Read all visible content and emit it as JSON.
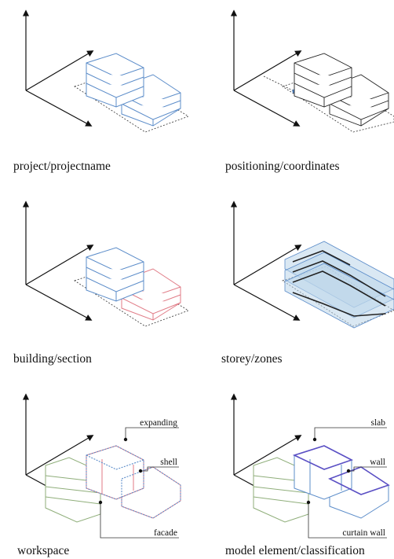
{
  "panels": [
    {
      "caption": "project/projectname"
    },
    {
      "caption": "positioning/coordinates"
    },
    {
      "caption": "building/section"
    },
    {
      "caption": "storey/zones"
    },
    {
      "caption": "workspace",
      "callouts": {
        "expanding": "expanding",
        "shell": "shell",
        "facade": "facade"
      }
    },
    {
      "caption": "model element/classification",
      "callouts": {
        "slab": "slab",
        "wall": "wall",
        "curtain_wall": "curtain wall"
      }
    }
  ],
  "colors": {
    "axes": "#111111",
    "blue_outline": "#5b8cc9",
    "red_outline": "#e07a85",
    "zone_fill": "#bcd6ea",
    "workspace_green": "#8fae7a",
    "element_purple": "#5a4fc4",
    "origin_point": "#4a7fc0"
  },
  "icons": [
    "axis-arrow-icon",
    "origin-point-icon"
  ]
}
